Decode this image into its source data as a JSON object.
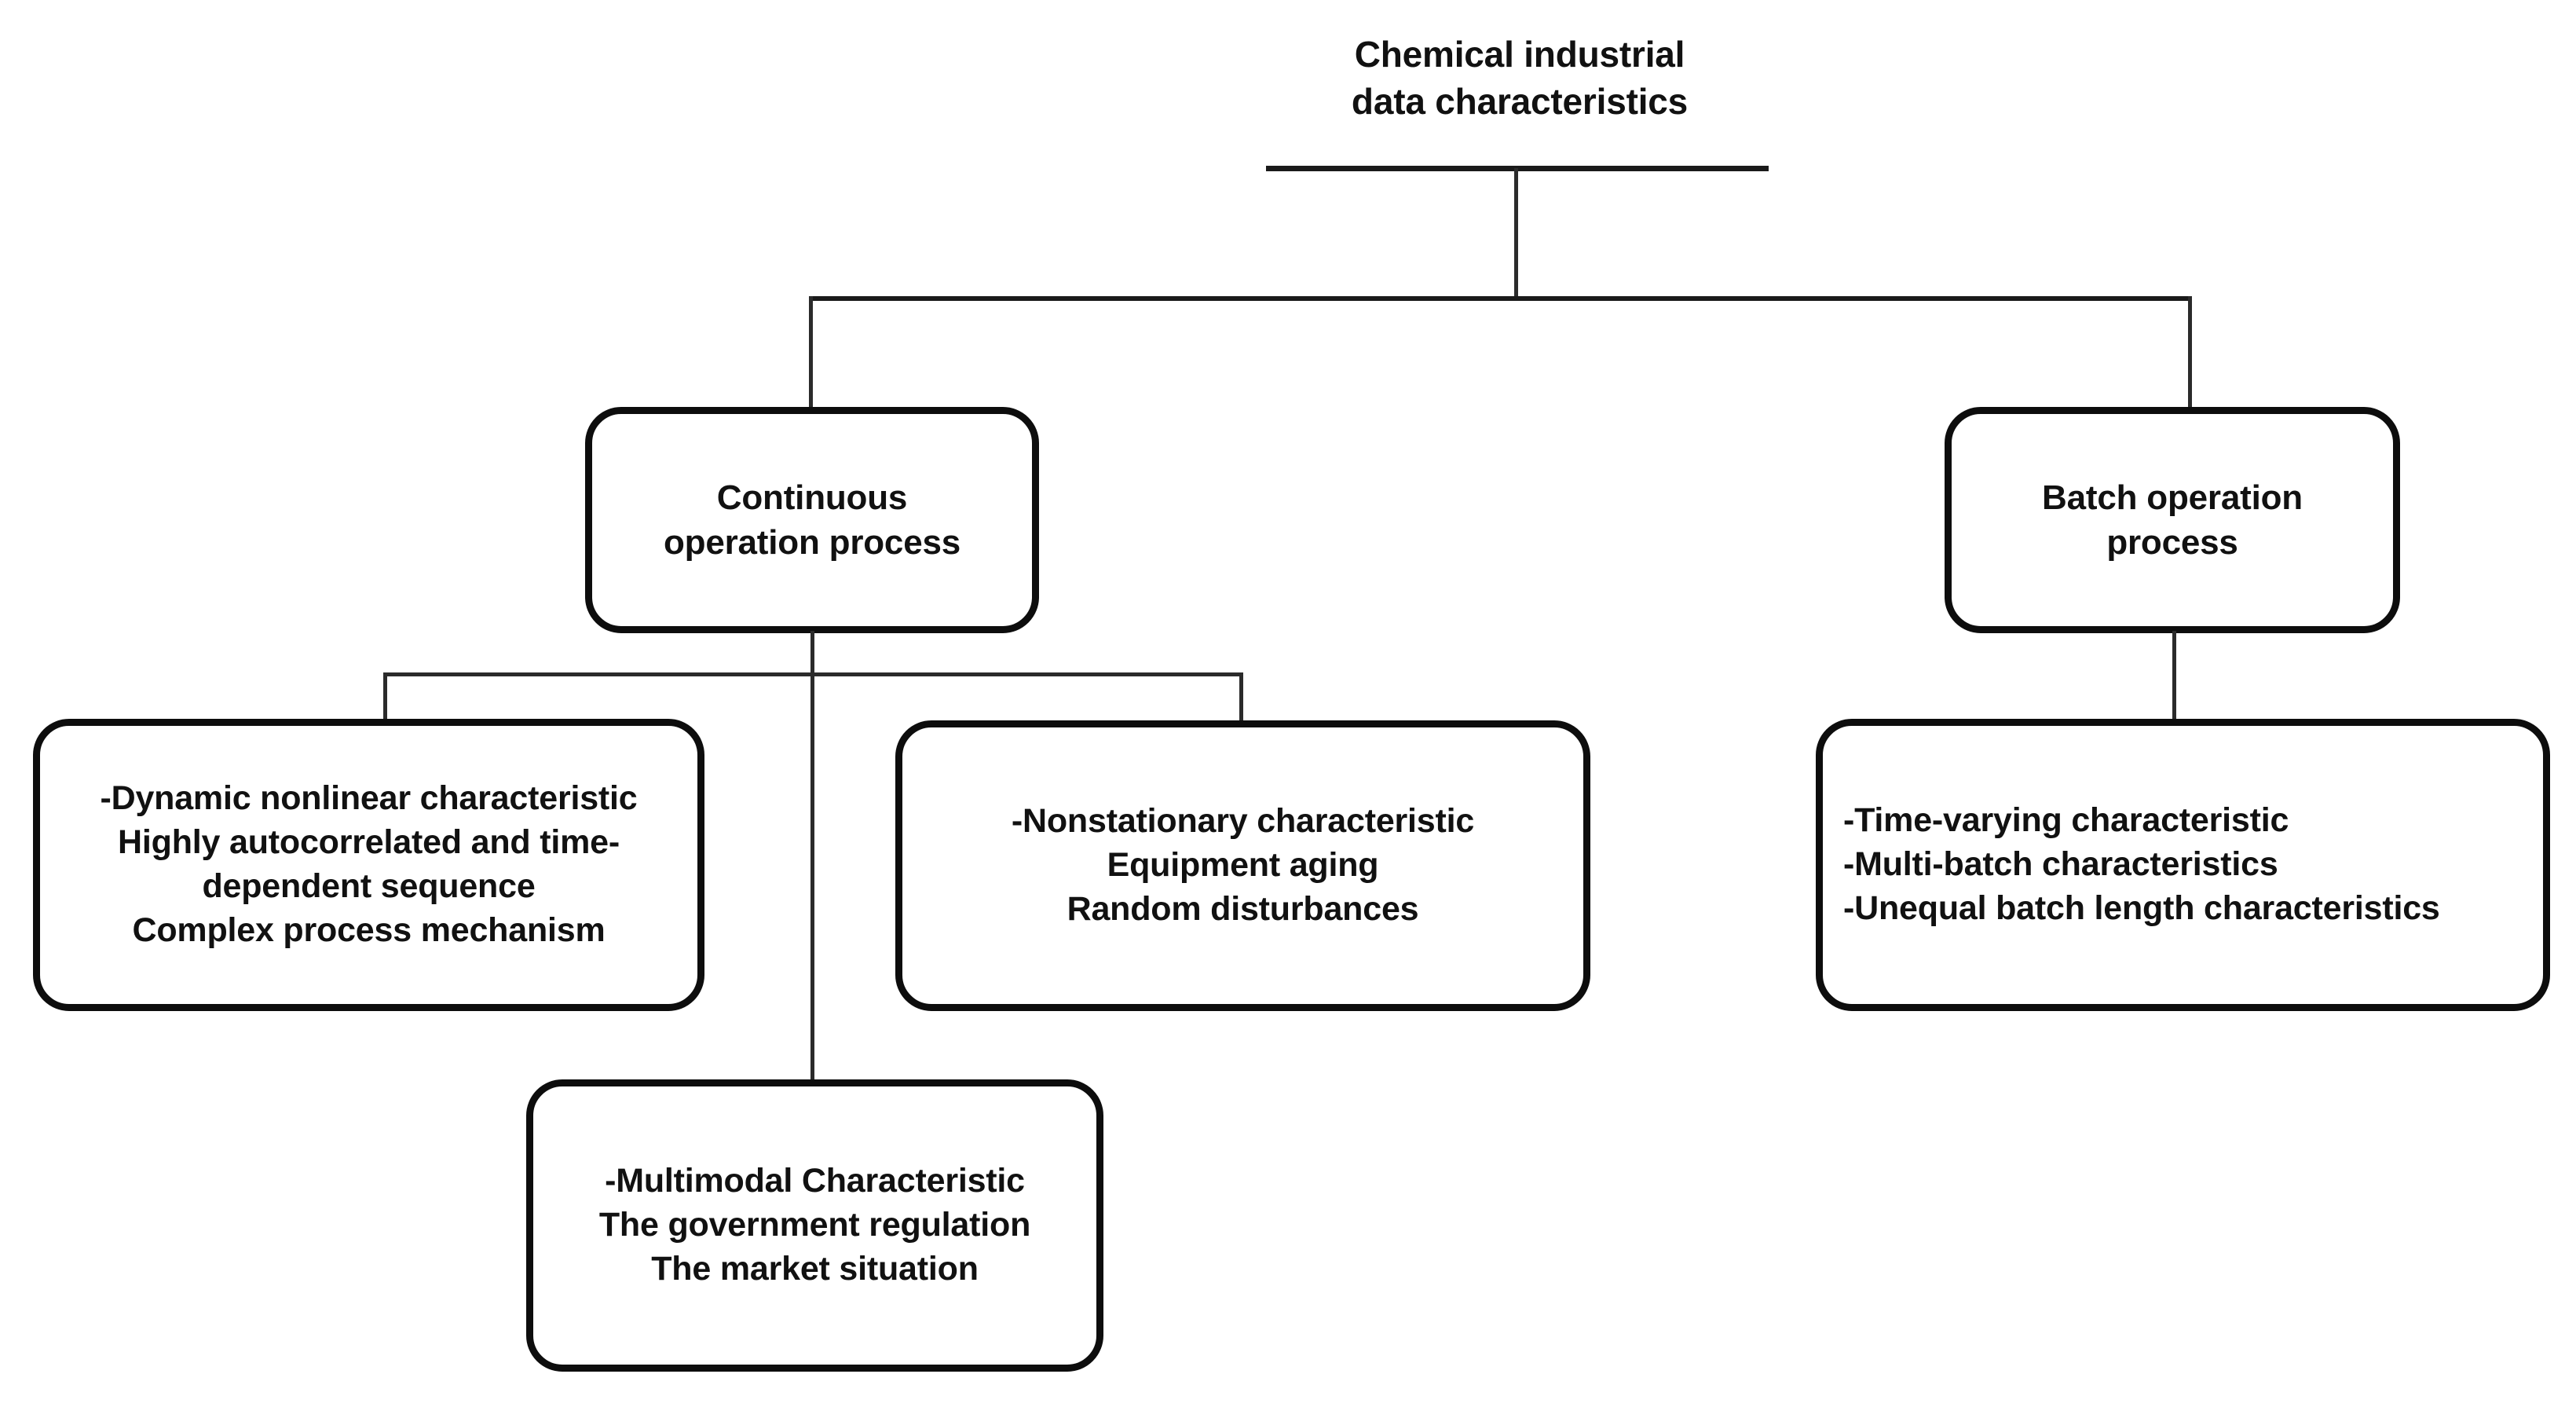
{
  "diagram": {
    "title": "Chemical industrial data characteristics",
    "type": "tree",
    "root": {
      "name": "root-node",
      "line1": "Chemical industrial",
      "line2": "data characteristics"
    },
    "branches": [
      {
        "name": "continuous-operation-process",
        "line1": "Continuous",
        "line2": "operation process"
      },
      {
        "name": "batch-operation-process",
        "line1": "Batch operation",
        "line2": "process"
      }
    ],
    "leaves": [
      {
        "name": "dynamic-nonlinear-characteristics",
        "align": "center",
        "lines": [
          "-Dynamic nonlinear characteristic",
          "Highly autocorrelated and  time-dependent sequence",
          "Complex process mechanism"
        ]
      },
      {
        "name": "nonstationary-characteristics",
        "align": "center",
        "lines": [
          "-Nonstationary characteristic",
          "Equipment aging",
          "Random disturbances"
        ]
      },
      {
        "name": "batch-characteristics",
        "align": "left",
        "lines": [
          "-Time-varying characteristic",
          "-Multi-batch characteristics",
          "-Unequal batch length characteristics"
        ]
      },
      {
        "name": "multimodal-characteristics",
        "align": "center",
        "lines": [
          "-Multimodal Characteristic",
          "The government regulation",
          "The market situation"
        ]
      }
    ],
    "colors": {
      "background": "#ffffff",
      "box_border": "#0d0d0d",
      "box_fill": "#ffffff",
      "text": "#111111",
      "connector": "#1a1a1a"
    }
  }
}
